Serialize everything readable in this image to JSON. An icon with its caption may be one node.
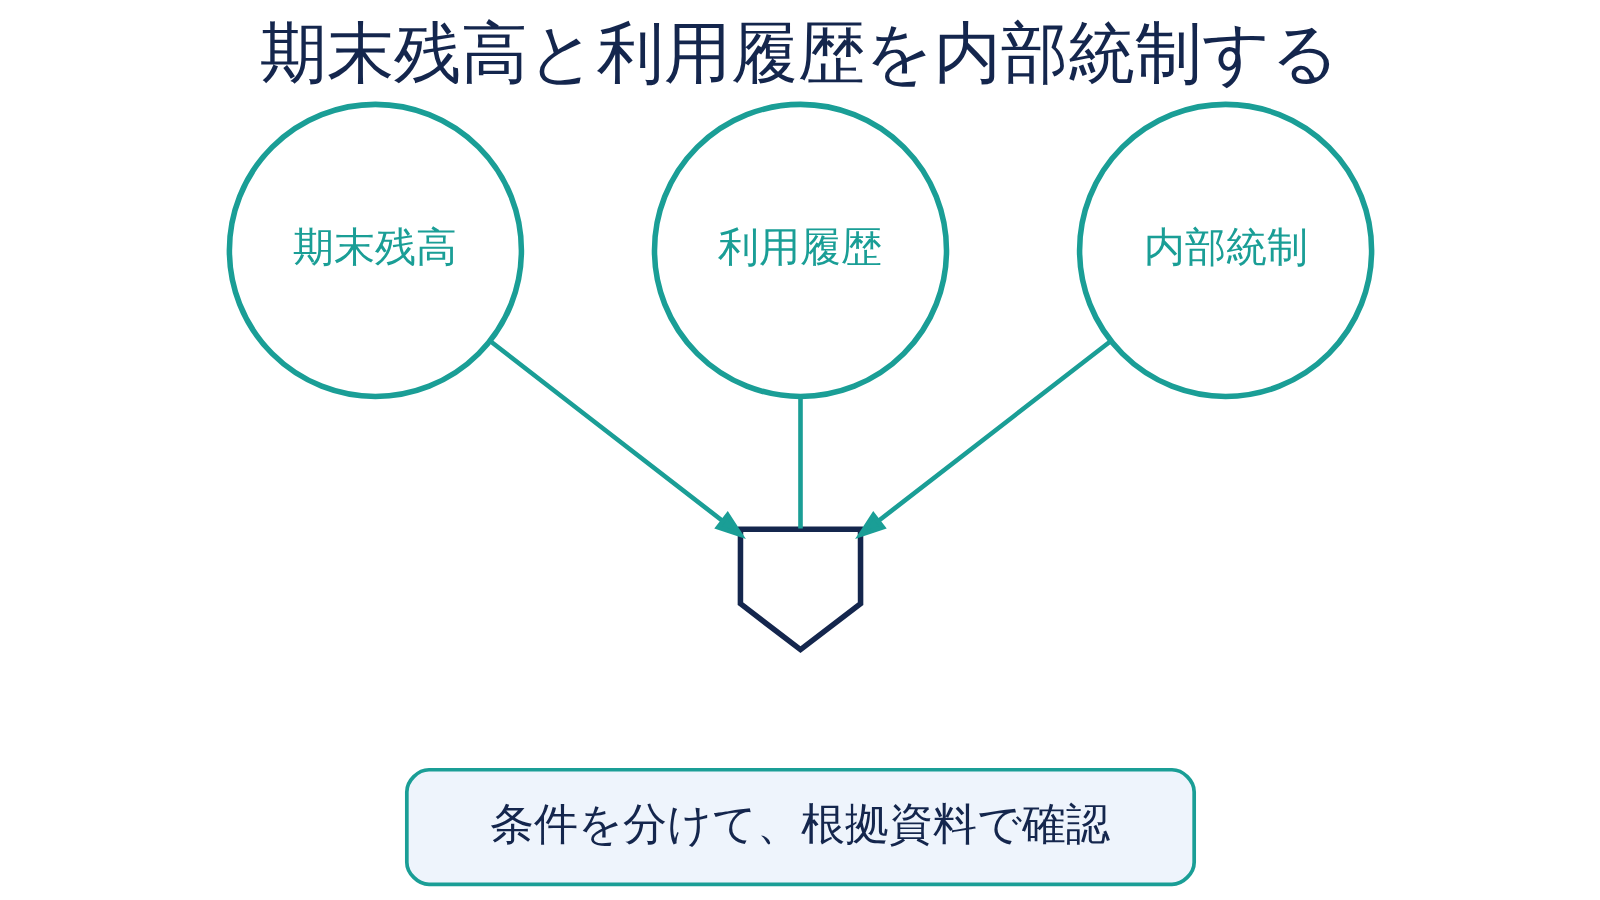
{
  "diagram": {
    "title": "期末残高と利用履歴を内部統制する",
    "nodes": [
      {
        "text": [
          "期末残高"
        ]
      },
      {
        "text": [
          "利用履歴"
        ]
      },
      {
        "text": [
          "内部統制"
        ]
      },
      {
        "text": [],
        "shape": "shield"
      },
      {
        "text": [
          "条件を分けて、根拠資料で確認"
        ]
      }
    ],
    "edges": [
      {
        "from": 0,
        "to": 3,
        "arrow": "to"
      },
      {
        "from": 1,
        "to": 3,
        "arrow": "none"
      },
      {
        "from": 2,
        "to": 3,
        "arrow": "to"
      }
    ]
  }
}
